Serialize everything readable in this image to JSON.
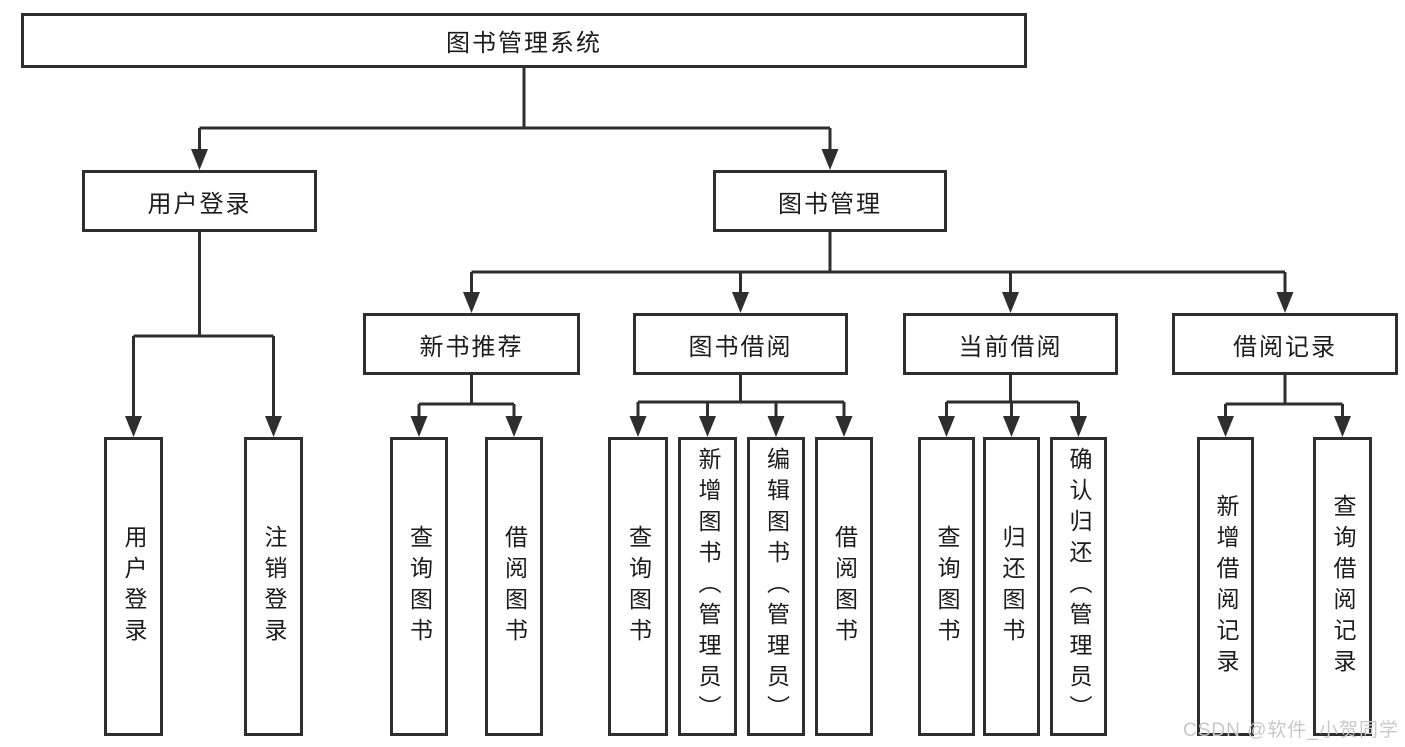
{
  "diagram": {
    "root": {
      "label": "图书管理系统"
    },
    "branches": {
      "user_login": {
        "label": "用户登录",
        "children": [
          "用户登录",
          "注销登录"
        ]
      },
      "book_mgmt": {
        "label": "图书管理",
        "sections": {
          "new_book_rec": {
            "label": "新书推荐",
            "children": [
              "查询图书",
              "借阅图书"
            ]
          },
          "book_borrow": {
            "label": "图书借阅",
            "children": [
              "查询图书",
              "新增图书（管理员）",
              "编辑图书（管理员）",
              "借阅图书"
            ]
          },
          "current_borrow": {
            "label": "当前借阅",
            "children": [
              "查询图书",
              "归还图书",
              "确认归还（管理员）"
            ]
          },
          "borrow_record": {
            "label": "借阅记录",
            "children": [
              "新增借阅记录",
              "查询借阅记录"
            ]
          }
        }
      }
    }
  },
  "watermark": {
    "text": "CSDN @软件_小贺同学"
  },
  "colors": {
    "line": "#2e2e2e",
    "text": "#1c1c1c",
    "watermark": "#c8c8c8",
    "background": "#ffffff"
  }
}
